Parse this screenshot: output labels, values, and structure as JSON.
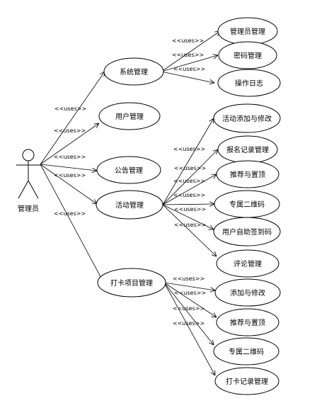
{
  "actor": {
    "label": "管理员"
  },
  "use_cases": {
    "sys": "系统管理",
    "user": "用户管理",
    "notice": "公告管理",
    "activity": "活动管理",
    "checkin": "打卡项目管理",
    "admin": "管理员管理",
    "pwd": "密码管理",
    "log": "操作日志",
    "act_add": "活动添加与修改",
    "act_reg": "报名记录管理",
    "act_top": "推荐与置顶",
    "act_qr": "专属二维码",
    "act_sign": "用户自助签到码",
    "act_comment": "评论管理",
    "ck_add": "添加与修改",
    "ck_top": "推荐与置顶",
    "ck_qr": "专属二维码",
    "ck_record": "打卡记录管理"
  },
  "edge_label": "<<uses>>"
}
